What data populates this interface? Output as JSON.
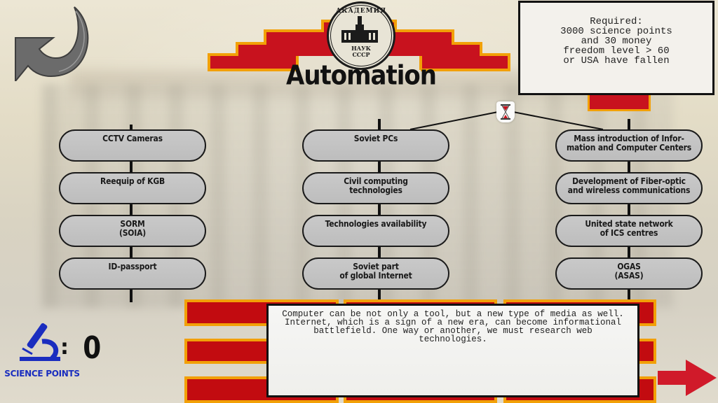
{
  "header": {
    "title": "Automation",
    "seal": {
      "top_text": "АКАДЕМИЯ",
      "bottom_line1": "НАУК",
      "bottom_line2": "СССР"
    }
  },
  "navigation": {
    "back_icon": "curved-back-arrow-icon",
    "next_icon": "right-arrow-icon"
  },
  "requirements": {
    "lines": [
      "Required:",
      "3000 science points",
      "and 30 money",
      "freedom level > 60",
      "or USA have fallen"
    ]
  },
  "tech_tree": {
    "timer_icon": "hourglass-icon",
    "columns": [
      {
        "nodes": [
          {
            "label": "CCTV Cameras"
          },
          {
            "label": "Reequip of KGB"
          },
          {
            "label": "SORM\n(SOIA)"
          },
          {
            "label": "ID-passport"
          }
        ]
      },
      {
        "nodes": [
          {
            "label": "Soviet PCs"
          },
          {
            "label": "Civil computing\ntechnologies"
          },
          {
            "label": "Technologies availability"
          },
          {
            "label": "Soviet part\nof global Internet"
          }
        ]
      },
      {
        "nodes": [
          {
            "label": "Mass introduction of Infor-\nmation and Computer Centers"
          },
          {
            "label": "Development of Fiber-optic\nand wireless communications"
          },
          {
            "label": "United state network\nof ICS centres"
          },
          {
            "label": "OGAS\n(ASAS)"
          }
        ]
      }
    ]
  },
  "description": {
    "text": "Computer can be not only a tool, but a new type of media as well.\nInternet, which is a sign of a new era, can become informational\nbattlefield. One way or another, we must research web\ntechnologies."
  },
  "science": {
    "label": "SCIENCE POINTS",
    "colon": ":",
    "value": "0",
    "icon": "microscope-icon"
  },
  "colors": {
    "banner_red": "#c8121e",
    "banner_orange": "#f2a007",
    "node_gray": "#c4c4c4",
    "science_blue": "#1a2dbf",
    "next_arrow_red": "#d01a2a",
    "back_arrow_gray": "#6b6b6b"
  }
}
